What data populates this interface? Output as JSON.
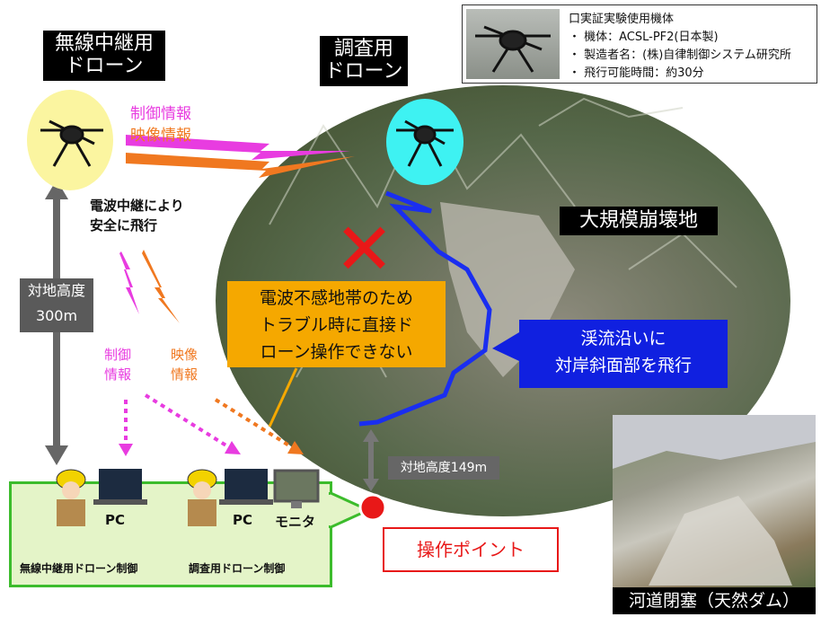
{
  "labels": {
    "relay_drone_line1": "無線中継用",
    "relay_drone_line2": "ドローン",
    "survey_drone_line1": "調査用",
    "survey_drone_line2": "ドローン",
    "landslide": "大規模崩壊地",
    "control_info_top": "制御情報",
    "video_info_top": "映像情報",
    "relay_safe_line1": "電波中継により",
    "relay_safe_line2": "安全に飛行",
    "altitude_300_line1": "対地高度",
    "altitude_300_line2": "300m",
    "no_signal_line1": "電波不感地帯のため",
    "no_signal_line2": "トラブル時に直接ド",
    "no_signal_line3": "ローン操作できない",
    "flight_path_line1": "渓流沿いに",
    "flight_path_line2": "対岸斜面部を飛行",
    "control_v_line1": "制御",
    "control_v_line2": "情報",
    "video_v_line1": "映像",
    "video_v_line2": "情報",
    "altitude_149": "対地高度149m",
    "operation_point": "操作ポイント",
    "pc_left": "PC",
    "pc_right": "PC",
    "monitor": "モニタ",
    "relay_control": "無線中継用ドローン制御",
    "survey_control": "調査用ドローン制御",
    "river_dam": "河道閉塞（天然ダム）"
  },
  "spec": {
    "title": "口実証実験使用機体",
    "airframe": "・ 機体：ACSL-PF2(日本製)",
    "maker": "・ 製造者名：(株)自律制御システム研究所",
    "flight_time": "・ 飛行可能時間：約30分"
  },
  "colors": {
    "magenta": "#e83ce0",
    "orange": "#f07820",
    "blue_path": "#1a2ef0",
    "yellow_callout": "#f5a800",
    "blue_callout": "#1020e0",
    "red_x": "#e81818",
    "green_panel": "#3cbc2c",
    "relay_circle": "#fbf5a0",
    "survey_circle": "#3ef2f2"
  },
  "icons": [
    "drone-icon",
    "laptop-icon",
    "monitor-icon",
    "worker-icon",
    "red-x-icon",
    "location-marker-icon"
  ]
}
